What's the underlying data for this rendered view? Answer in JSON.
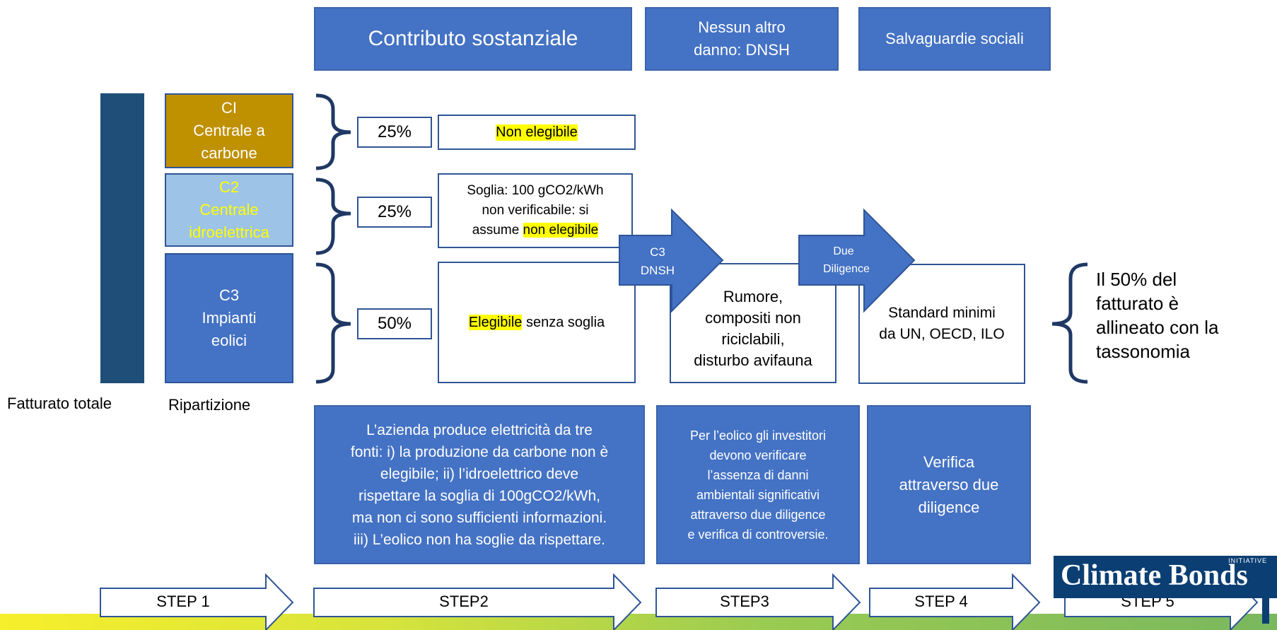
{
  "header": {
    "contributo": "Contributo sostanziale",
    "dnsh_line1": "Nessun altro",
    "dnsh_line2": "danno: DNSH",
    "salvaguardie": "Salvaguardie sociali"
  },
  "left": {
    "fatturato_totale": "Fatturato totale",
    "ripartizione": "Ripartizione"
  },
  "categories": [
    {
      "line1": "CI",
      "line2": "Centrale a",
      "line3": "carbone"
    },
    {
      "line1": "C2",
      "line2": "Centrale",
      "line3": "idroelettrica"
    },
    {
      "line1": "C3",
      "line2": "Impianti",
      "line3": "eolici"
    }
  ],
  "percentages": [
    "25%",
    "25%",
    "50%"
  ],
  "eligibility": {
    "c1": "Non elegibile",
    "c2_line1": "Soglia: 100 gCO2/kWh",
    "c2_line2": "non verificabile: si",
    "c2_line3_pre": "assume ",
    "c2_line3_hl": "non elegibile",
    "c3_hl": "Elegibile",
    "c3_rest": " senza soglia"
  },
  "arrows": {
    "c3_dnsh_line1": "C3",
    "c3_dnsh_line2": "DNSH",
    "due_line1": "Due",
    "due_line2": "Diligence"
  },
  "dnsh_box": [
    "Rumore,",
    "compositi non",
    "riciclabili,",
    "disturbo avifauna"
  ],
  "standard_box": [
    "Standard minimi",
    "da UN, OECD, ILO"
  ],
  "result": [
    "Il 50% del",
    "fatturato è",
    "allineato con la",
    "tassonomia"
  ],
  "explanations": {
    "step2": [
      "L’azienda produce elettricità da tre",
      "fonti: i) la produzione da carbone non è",
      "elegibile; ii) l’idroelettrico deve",
      "rispettare la soglia di 100gCO2/kWh,",
      "ma non ci sono sufficienti informazioni.",
      "iii) L’eolico non ha soglie da rispettare."
    ],
    "step3": [
      "Per l’eolico gli investitori",
      "devono verificare",
      "l’assenza di danni",
      "ambientali significativi",
      "attraverso due diligence",
      "e verifica di controversie."
    ],
    "step4": [
      "Verifica",
      "attraverso due",
      "diligence"
    ]
  },
  "steps": [
    "STEP 1",
    "STEP2",
    "STEP3",
    "STEP 4",
    "STEP 5"
  ],
  "logo": {
    "initiative": "INITIATIVE",
    "name": "Climate Bonds"
  },
  "colors": {
    "blue": "#4472c4",
    "dark_blue": "#1f4e79",
    "coal": "#bf9000",
    "hydro": "#9dc3e6",
    "brace": "#1f3864",
    "highlight": "#ffff00"
  }
}
